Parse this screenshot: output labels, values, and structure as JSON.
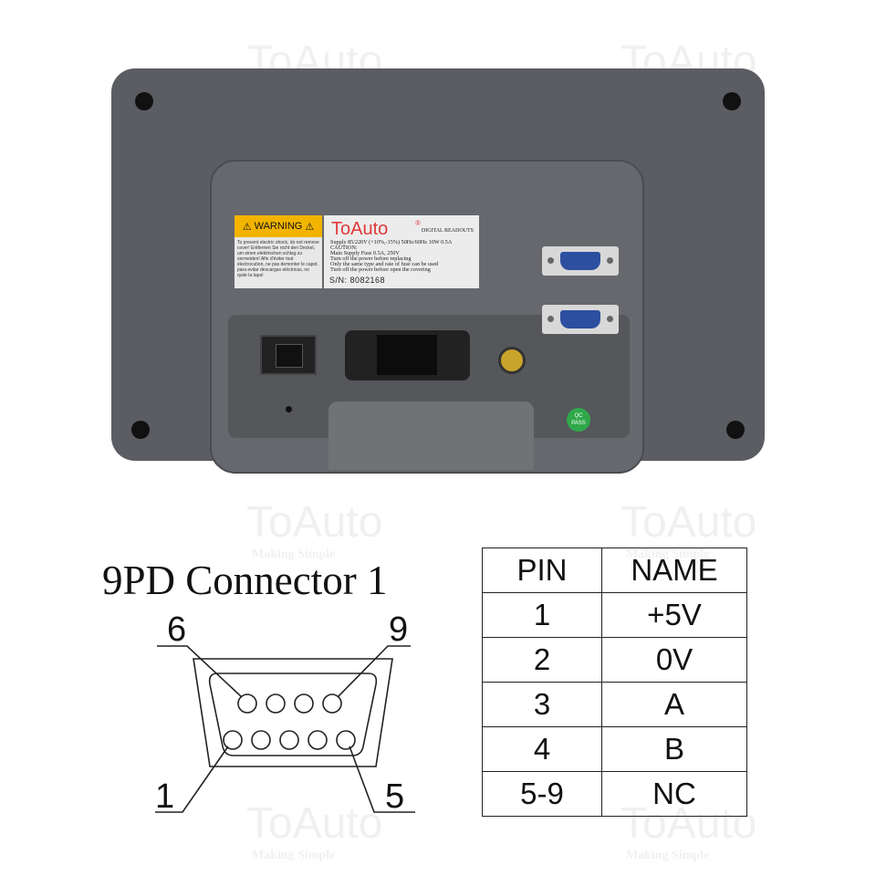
{
  "watermark": {
    "brand": "ToAuto",
    "tagline": "Making Simple"
  },
  "device": {
    "warning_label": {
      "title": "WARNING",
      "text": "To prevent electric shock, do not remove cover! Entfernen Sie nicht den Deckel, um einen elektrischen schlag zu vermeiden! Afin d'éviter tout électrocution, ne pas demonter le capot. para evitar descargas eléctricas, no quite la tapa!"
    },
    "product_label": {
      "brand": "ToAuto",
      "registered": "®",
      "product": "DIGITAL READOUTS",
      "supply": "Supply 85/220V (+10%,-15%) 50Hz/60Hz 10W 0.5A",
      "caution": "CAUTION:",
      "lines": [
        "Main Supply  Fuse 0.5A, 250V",
        "Turn off the power before replacing",
        "Only the same type and rate of fuse can be used",
        "Turn off the power before open the covering"
      ],
      "serial": "S/N:  8082168"
    },
    "qc_badge": "QC PASS"
  },
  "connector": {
    "title": "9PD Connector 1",
    "pin_labels": {
      "top_left": "6",
      "top_right": "9",
      "bottom_left": "1",
      "bottom_right": "5"
    }
  },
  "pin_table": {
    "headers": [
      "PIN",
      "NAME"
    ],
    "rows": [
      [
        "1",
        "+5V"
      ],
      [
        "2",
        "0V"
      ],
      [
        "3",
        "A"
      ],
      [
        "4",
        "B"
      ],
      [
        "5-9",
        "NC"
      ]
    ]
  }
}
